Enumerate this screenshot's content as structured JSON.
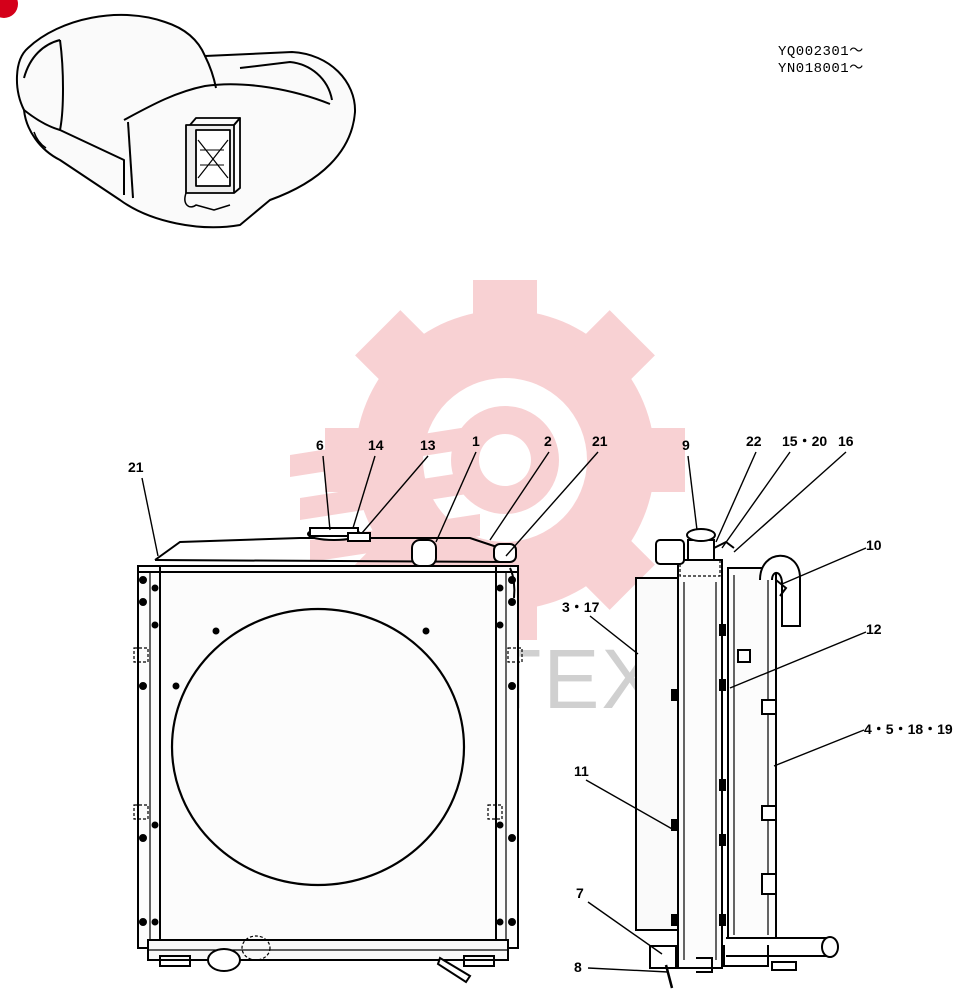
{
  "serial_numbers": [
    "YQ002301～",
    "YN018001～"
  ],
  "watermark": {
    "text": "ИНТЕХ",
    "gear_color": "#f7c9cc",
    "text_color": "#d0d0d0"
  },
  "badge_color": "#d4001a",
  "callouts": [
    {
      "id": "c21a",
      "label": "21"
    },
    {
      "id": "c6",
      "label": "6"
    },
    {
      "id": "c14",
      "label": "14"
    },
    {
      "id": "c13",
      "label": "13"
    },
    {
      "id": "c1",
      "label": "1"
    },
    {
      "id": "c2",
      "label": "2"
    },
    {
      "id": "c21b",
      "label": "21"
    },
    {
      "id": "c9",
      "label": "9"
    },
    {
      "id": "c22",
      "label": "22"
    },
    {
      "id": "c1520",
      "label": "15・20"
    },
    {
      "id": "c16",
      "label": "16"
    },
    {
      "id": "c10",
      "label": "10"
    },
    {
      "id": "c317",
      "label": "3・17"
    },
    {
      "id": "c12",
      "label": "12"
    },
    {
      "id": "c451819",
      "label": "4・5・18・19"
    },
    {
      "id": "c11",
      "label": "11"
    },
    {
      "id": "c7",
      "label": "7"
    },
    {
      "id": "c8",
      "label": "8"
    }
  ]
}
